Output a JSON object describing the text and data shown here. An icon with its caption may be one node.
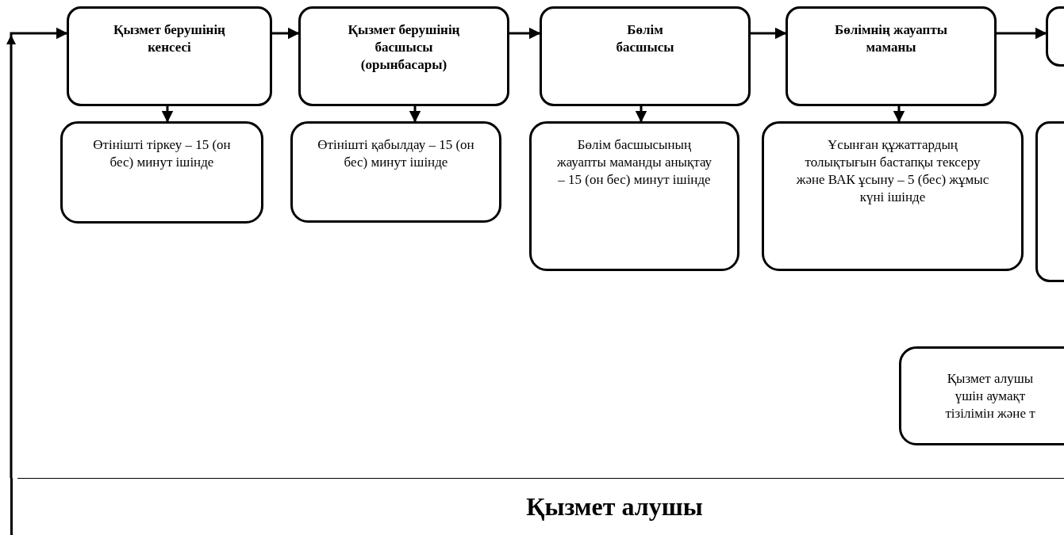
{
  "diagram": {
    "nodes": [
      {
        "text": [
          "Қызмет берушінің кенсесі"
        ]
      },
      {
        "text": [
          "Қызмет берушінің басшысы (орынбасары)"
        ]
      },
      {
        "text": [
          "Бөлім басшысы"
        ]
      },
      {
        "text": [
          "Бөлімнің жауапты маманы"
        ]
      },
      {
        "text": [],
        "shape": "box"
      },
      {
        "text": [
          "Өтінішті тіркеу – 15 (он бес) минут ішінде"
        ]
      },
      {
        "text": [
          "Өтінішті қабылдау – 15 (он бес) минут ішінде"
        ]
      },
      {
        "text": [
          "Бөлім басшысының жауапты маманды анықтау – 15 (он бес) минут ішінде"
        ]
      },
      {
        "text": [
          "Ұсынған құжаттардың толықтығын бастапқы тексеру және ВАК ұсыну – 5 (бес) жұмыс күні ішінде"
        ]
      },
      {
        "text": [],
        "shape": "box"
      },
      {
        "text": [
          "Қызмет алушы үшін аумақт тізілімін және т"
        ]
      },
      {
        "text": [
          "Қызмет алушы"
        ]
      }
    ],
    "edges": [
      {
        "from": 11,
        "to": 0,
        "arrow": "to"
      },
      {
        "from": 0,
        "to": 1,
        "arrow": "to"
      },
      {
        "from": 1,
        "to": 2,
        "arrow": "to"
      },
      {
        "from": 2,
        "to": 3,
        "arrow": "to"
      },
      {
        "from": 3,
        "to": 4,
        "arrow": "to"
      },
      {
        "from": 0,
        "to": 5,
        "arrow": "to"
      },
      {
        "from": 1,
        "to": 6,
        "arrow": "to"
      },
      {
        "from": 2,
        "to": 7,
        "arrow": "to"
      },
      {
        "from": 3,
        "to": 8,
        "arrow": "to"
      }
    ]
  }
}
